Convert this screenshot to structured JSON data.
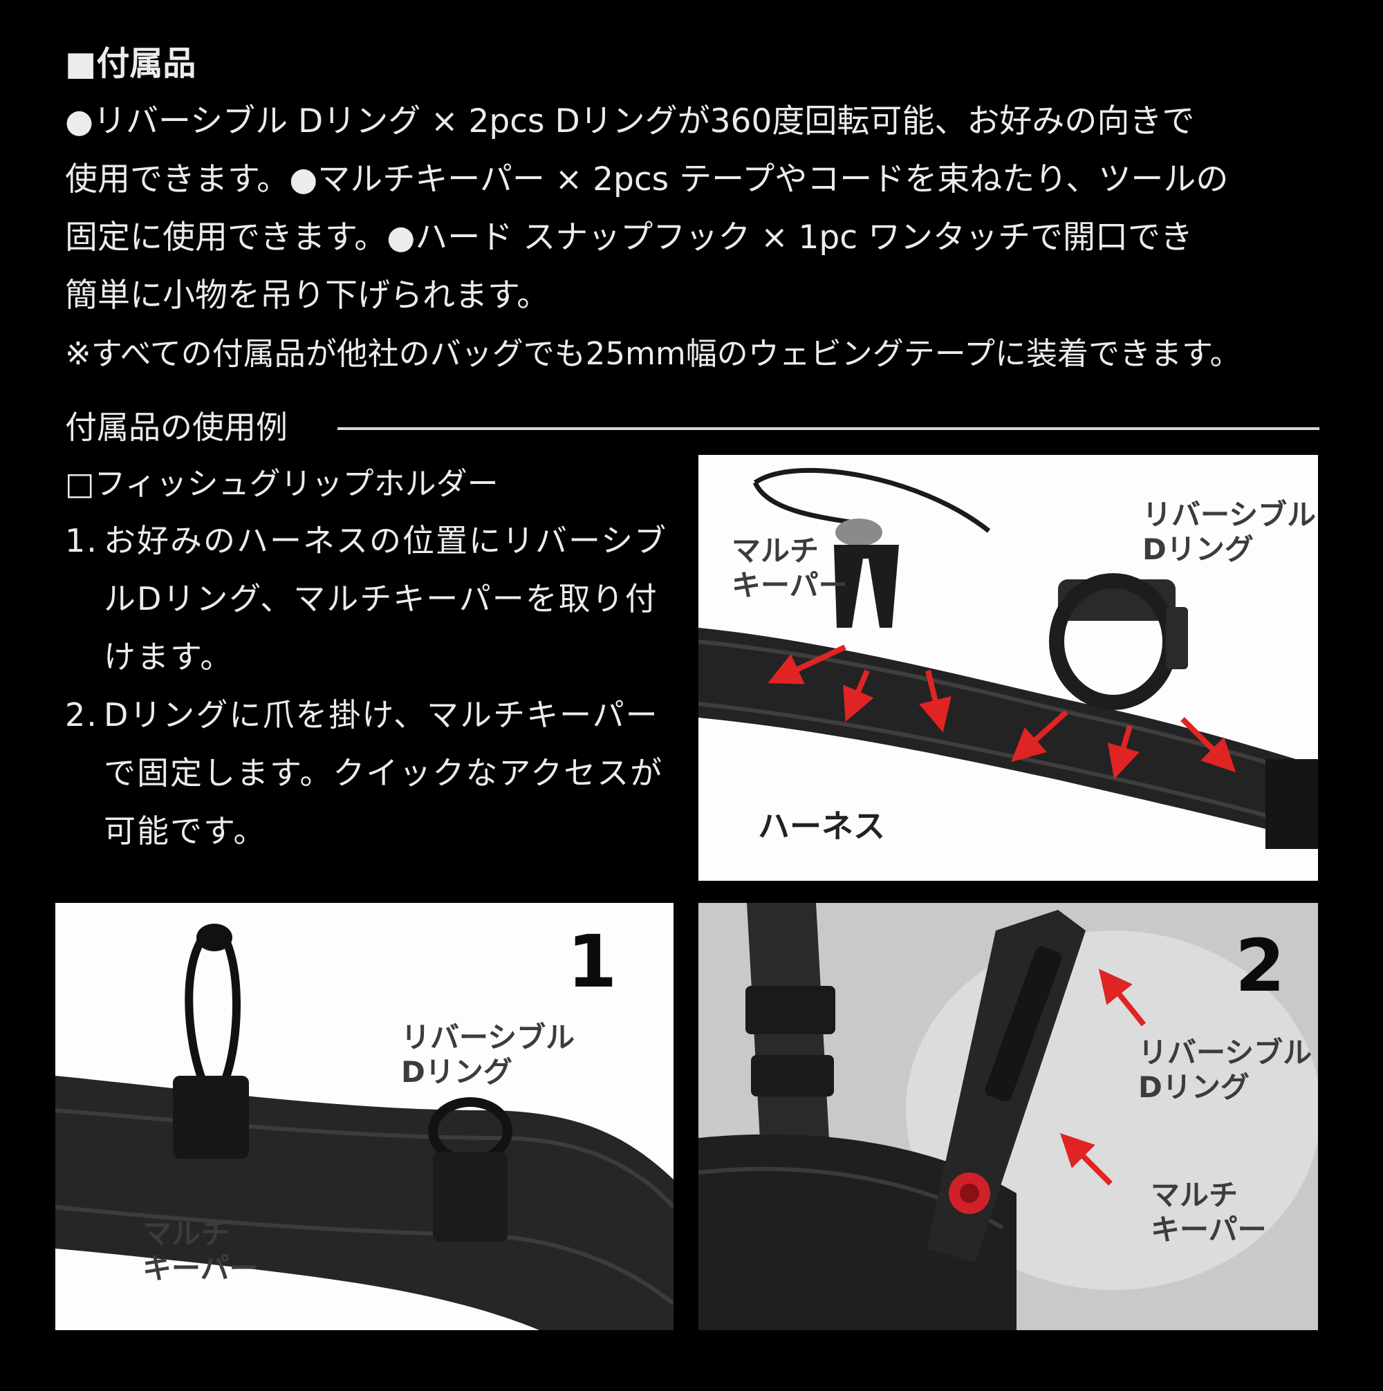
{
  "accessories": {
    "heading": "■付属品",
    "lines": [
      "●リバーシブル Dリング × 2pcs Dリングが360度回転可能、お好みの向きで",
      "使用できます。●マルチキーパー × 2pcs テープやコードを束ねたり、ツールの",
      "固定に使用できます。●ハード スナップフック × 1pc ワンタッチで開口でき",
      "簡単に小物を吊り下げられます。"
    ],
    "note": "※すべての付属品が他社のバッグでも25mm幅のウェビングテープに装着できます。"
  },
  "usage": {
    "title": "付属品の使用例",
    "subtitle": "□フィッシュグリップホルダー",
    "steps": [
      {
        "num": "1.",
        "text": "お好みのハーネスの位置にリバーシブルDリング、マルチキーパーを取り付けます。"
      },
      {
        "num": "2.",
        "text": "Dリングに爪を掛け、マルチキーパーで固定します。クイックなアクセスが可能です。"
      }
    ]
  },
  "panels": {
    "top": {
      "multi_keeper_l1": "マルチ",
      "multi_keeper_l2": "キーパー",
      "d_ring_l1": "リバーシブル",
      "d_ring_l2": "Dリング",
      "harness": "ハーネス"
    },
    "one": {
      "number": "1",
      "d_ring_l1": "リバーシブル",
      "d_ring_l2": "Dリング",
      "multi_keeper_l1": "マルチ",
      "multi_keeper_l2": "キーパー"
    },
    "two": {
      "number": "2",
      "d_ring_l1": "リバーシブル",
      "d_ring_l2": "Dリング",
      "multi_keeper_l1": "マルチ",
      "multi_keeper_l2": "キーパー"
    }
  },
  "colors": {
    "background": "#000000",
    "text": "#ececec",
    "arrow": "#e02424",
    "panel": "#fdfdfd"
  }
}
